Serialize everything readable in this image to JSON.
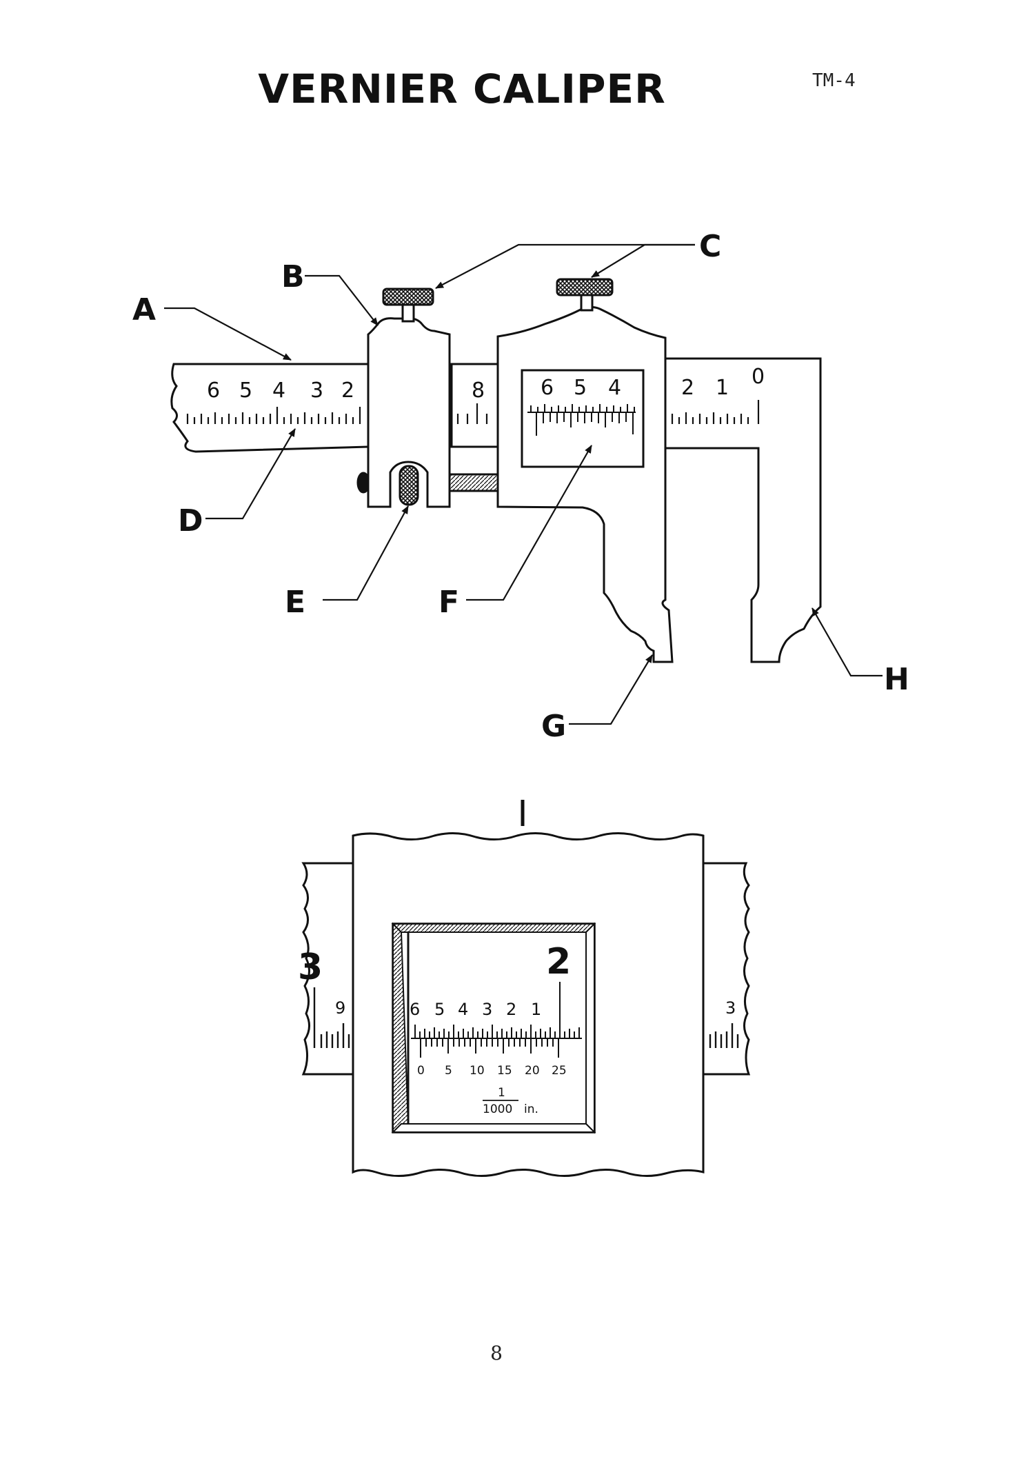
{
  "header": {
    "title": "VERNIER CALIPER",
    "code": "TM-4"
  },
  "footer": {
    "page_number": "8"
  },
  "figure_top": {
    "labels": {
      "a": "A",
      "b": "B",
      "c": "C",
      "d": "D",
      "e": "E",
      "f": "F",
      "g": "G",
      "h": "H"
    },
    "main_scale_left_numbers": [
      "6",
      "5",
      "4",
      "3",
      "2"
    ],
    "main_scale_mid_number": "8",
    "vernier_numbers": [
      "6",
      "5",
      "4"
    ],
    "main_scale_right_numbers": [
      "2",
      "1",
      "0"
    ]
  },
  "figure_bottom": {
    "label": "I",
    "left_big_number": "3",
    "right_big_number": "2",
    "left_small_number": "9",
    "right_small_number": "3",
    "main_numbers": [
      "6",
      "5",
      "4",
      "3",
      "2",
      "1"
    ],
    "vernier_numbers": [
      "0",
      "5",
      "10",
      "15",
      "20",
      "25"
    ],
    "unit_numerator": "1",
    "unit_denominator": "1000",
    "unit_suffix": "in."
  }
}
